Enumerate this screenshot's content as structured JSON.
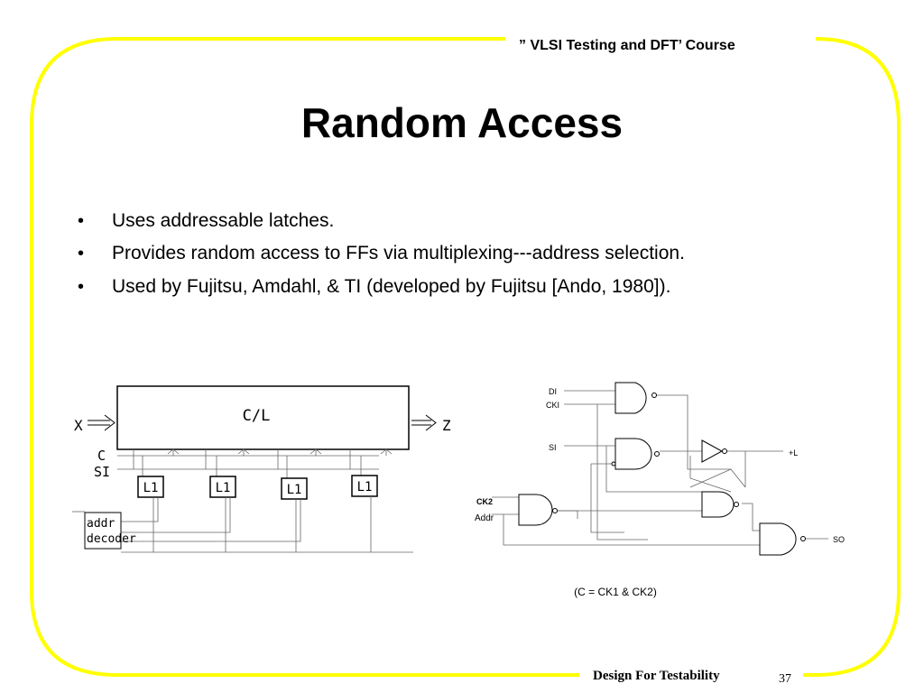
{
  "header": {
    "course": "” VLSI Testing and DFT’ Course"
  },
  "slide": {
    "title": "Random Access",
    "bullets": [
      "Uses addressable latches.",
      "Provides random access to FFs via multiplexing---address selection.",
      "Used by Fujitsu, Amdahl, & TI (developed by Fujitsu [Ando, 1980])."
    ],
    "bullet_marker": "•"
  },
  "left_diagram": {
    "block_label": "C/L",
    "input_label": "X",
    "output_label": "Z",
    "c_label": "C",
    "si_label": "SI",
    "latches": [
      "L1",
      "L1",
      "L1",
      "L1"
    ],
    "decoder_line1": "addr",
    "decoder_line2": "decoder"
  },
  "right_diagram": {
    "di": "DI",
    "cki": "CKI",
    "si": "SI",
    "plus_l": "+L",
    "ck2": "CK2",
    "addr": "Addr",
    "so": "SO",
    "caption": "(C = CK1 & CK2)"
  },
  "footer": {
    "text": "Design For Testability",
    "page": "37"
  },
  "colors": {
    "frame": "#ffff00",
    "text": "#000000"
  }
}
